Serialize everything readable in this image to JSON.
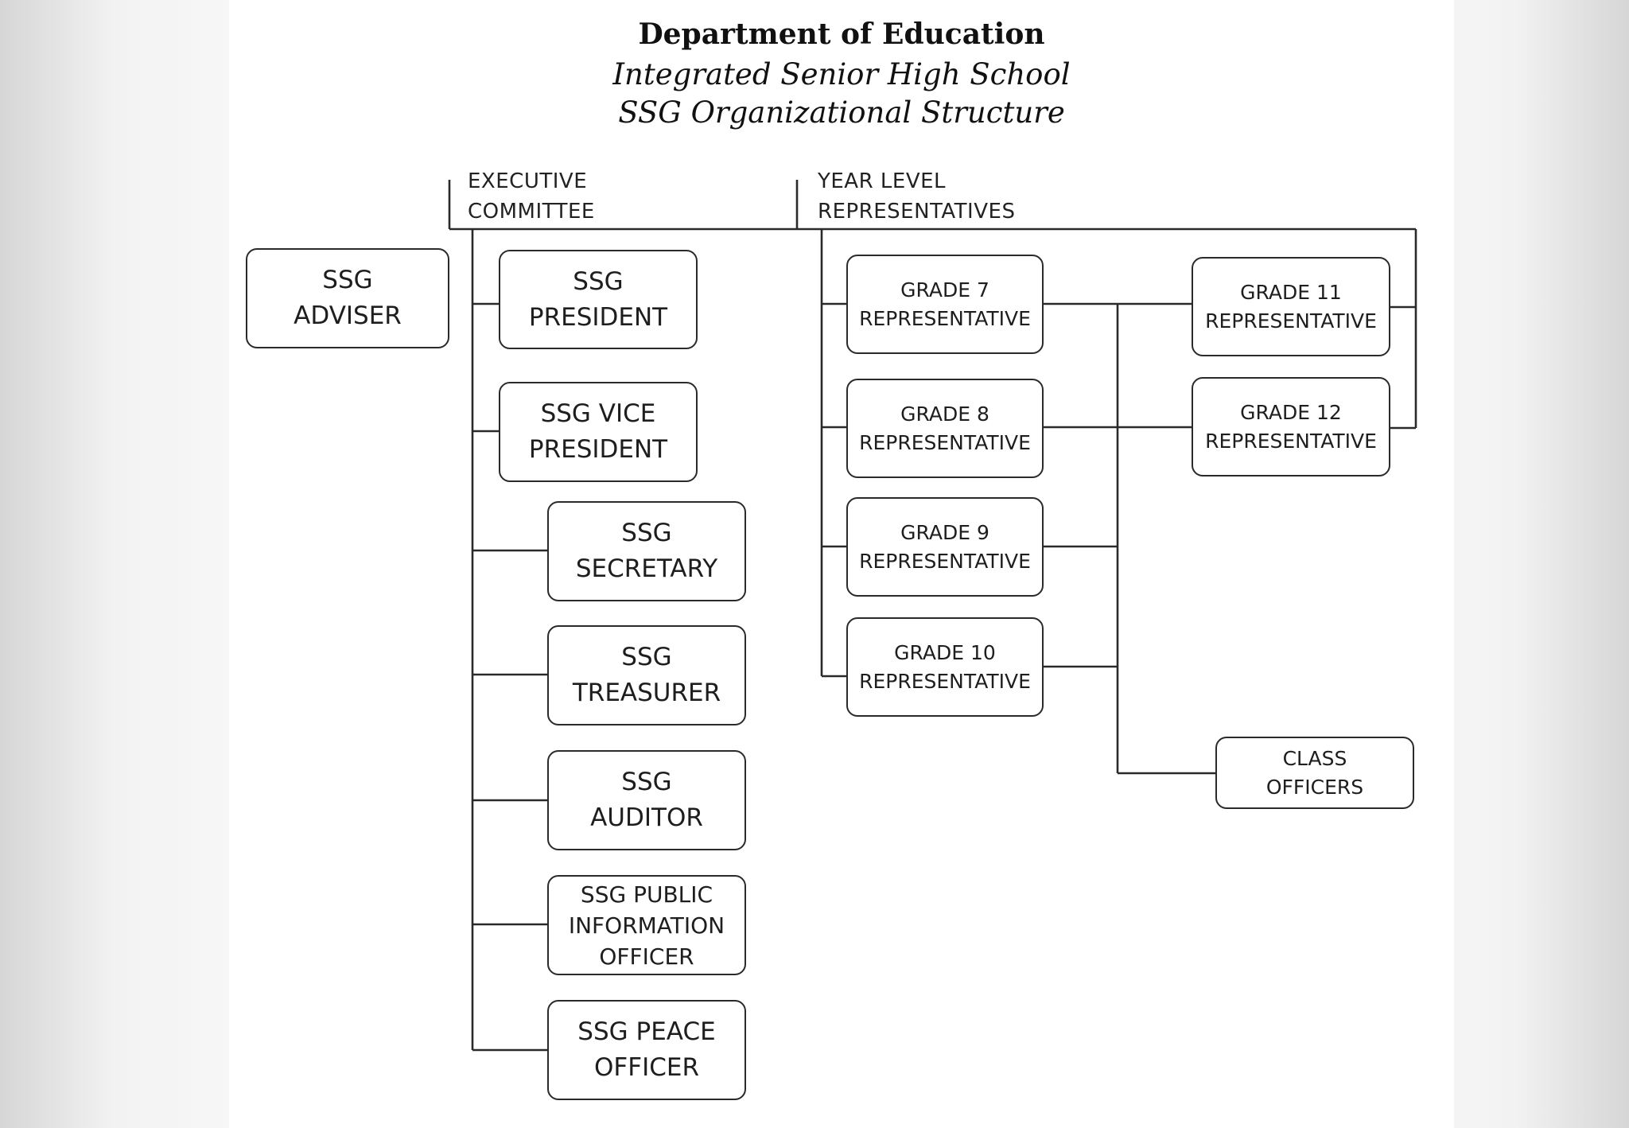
{
  "header": {
    "title": "Department of Education",
    "subtitle_1": "Integrated Senior High School",
    "subtitle_2": "SSG Organizational Structure"
  },
  "sections": {
    "executive": [
      "EXECUTIVE",
      "COMMITTEE"
    ],
    "year_level": [
      "YEAR LEVEL",
      "REPRESENTATIVES"
    ]
  },
  "nodes": {
    "adviser": [
      "SSG",
      "ADVISER"
    ],
    "president": [
      "SSG",
      "PRESIDENT"
    ],
    "vice_president": [
      "SSG VICE",
      "PRESIDENT"
    ],
    "secretary": [
      "SSG",
      "SECRETARY"
    ],
    "treasurer": [
      "SSG",
      "TREASURER"
    ],
    "auditor": [
      "SSG",
      "AUDITOR"
    ],
    "pio": [
      "SSG PUBLIC",
      "INFORMATION",
      "OFFICER"
    ],
    "peace_officer": [
      "SSG PEACE",
      "OFFICER"
    ],
    "grade7": [
      "GRADE 7",
      "REPRESENTATIVE"
    ],
    "grade8": [
      "GRADE 8",
      "REPRESENTATIVE"
    ],
    "grade9": [
      "GRADE 9",
      "REPRESENTATIVE"
    ],
    "grade10": [
      "GRADE 10",
      "REPRESENTATIVE"
    ],
    "grade11": [
      "GRADE 11",
      "REPRESENTATIVE"
    ],
    "grade12": [
      "GRADE 12",
      "REPRESENTATIVE"
    ],
    "class_officers": [
      "CLASS",
      "OFFICERS"
    ]
  }
}
